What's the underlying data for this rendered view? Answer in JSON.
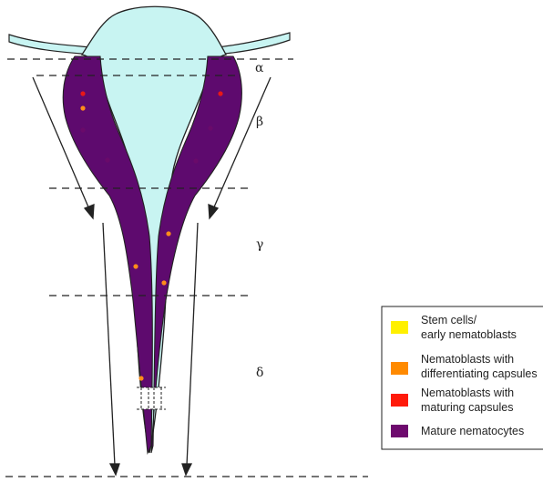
{
  "zones": [
    {
      "id": "alpha",
      "label": "α"
    },
    {
      "id": "beta",
      "label": "β"
    },
    {
      "id": "gamma",
      "label": "γ"
    },
    {
      "id": "delta",
      "label": "δ"
    }
  ],
  "legend": {
    "items": [
      {
        "id": "stem",
        "line1": "Stem cells/",
        "line2": "early nematoblasts",
        "color": "#FFF000"
      },
      {
        "id": "differentiating",
        "line1": "Nematoblasts with",
        "line2": "differentiating capsules",
        "color": "#FF8A00"
      },
      {
        "id": "maturing",
        "line1": "Nematoblasts with",
        "line2": "maturing capsules",
        "color": "#FF1A0A"
      },
      {
        "id": "mature",
        "line1": "Mature nematocytes",
        "line2": "",
        "color": "#6E0A6E"
      }
    ]
  },
  "colors": {
    "body_fill": "#C8F4F2",
    "outline": "#222222",
    "gradient_top": "#FFE81A",
    "gradient_mid": "#FF7A10",
    "gradient_red": "#F22812",
    "gradient_bottom": "#5E0A6E",
    "dot_orange": "#FF8C1A",
    "dot_red": "#E81818",
    "dot_purple": "#6A0A6A"
  }
}
